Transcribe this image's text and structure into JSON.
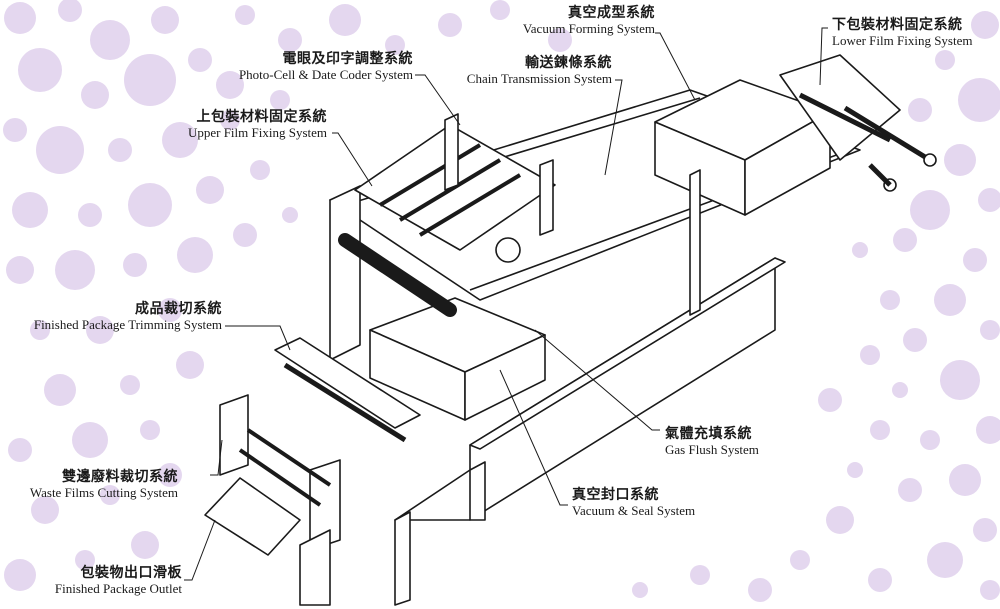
{
  "colors": {
    "bubble": "#e4d7ef",
    "ink": "#1a1a1a",
    "paper": "#ffffff"
  },
  "labels": [
    {
      "id": "vacuum-forming",
      "zh": "真空成型系統",
      "en": "Vacuum Forming System"
    },
    {
      "id": "lower-film",
      "zh": "下包裝材料固定系統",
      "en": "Lower Film Fixing System"
    },
    {
      "id": "photo-cell",
      "zh": "電眼及印字調整系統",
      "en": "Photo-Cell & Date Coder System"
    },
    {
      "id": "chain",
      "zh": "輸送鍊條系統",
      "en": "Chain Transmission System"
    },
    {
      "id": "upper-film",
      "zh": "上包裝材料固定系統",
      "en": "Upper Film Fixing System"
    },
    {
      "id": "trimming",
      "zh": "成品裁切系統",
      "en": "Finished Package Trimming System"
    },
    {
      "id": "gas-flush",
      "zh": "氣體充填系統",
      "en": "Gas Flush System"
    },
    {
      "id": "waste-films",
      "zh": "雙邊廢料裁切系統",
      "en": "Waste Films Cutting System"
    },
    {
      "id": "vacuum-seal",
      "zh": "真空封口系統",
      "en": "Vacuum & Seal System"
    },
    {
      "id": "outlet",
      "zh": "包裝物出口滑板",
      "en": "Finished Package Outlet"
    }
  ]
}
